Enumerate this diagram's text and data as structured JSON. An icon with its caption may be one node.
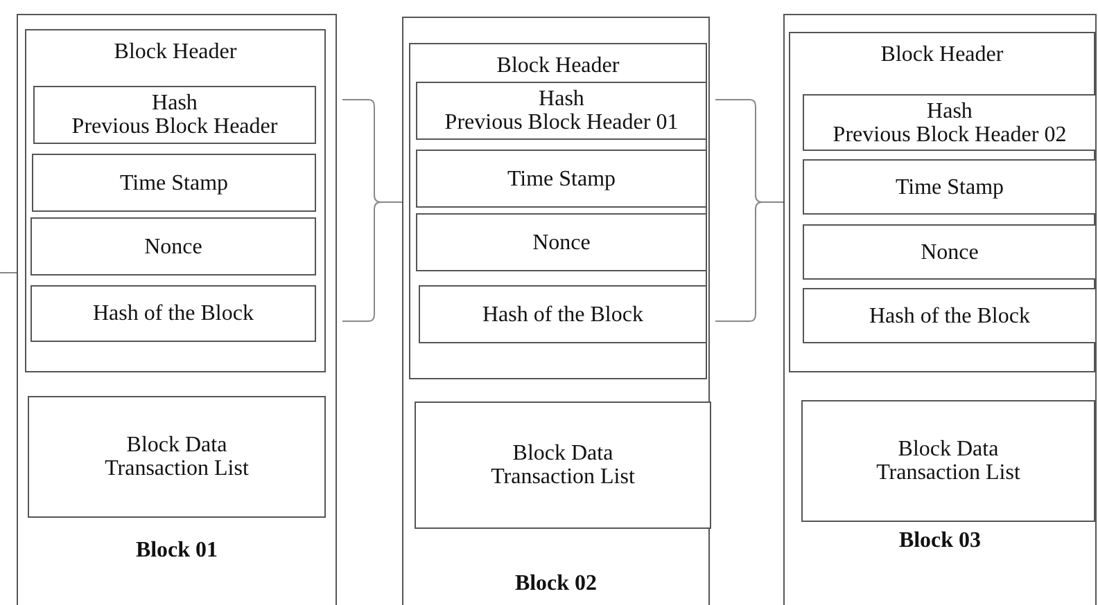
{
  "diagram": {
    "nodes": [
      {
        "text": [
          "Block 01"
        ]
      },
      {
        "text": [
          "Block Header"
        ],
        "in": 0
      },
      {
        "text": [
          "Hash",
          "Previous Block Header"
        ],
        "in": 1
      },
      {
        "text": [
          "Time Stamp"
        ],
        "in": 1
      },
      {
        "text": [
          "Nonce"
        ],
        "in": 1
      },
      {
        "text": [
          "Hash of the Block"
        ],
        "in": 1
      },
      {
        "text": [
          "Block Data",
          "Transaction List"
        ],
        "in": 0
      },
      {
        "text": [
          "Block 02"
        ]
      },
      {
        "text": [
          "Block Header"
        ],
        "in": 7
      },
      {
        "text": [
          "Hash",
          "Previous Block Header 01"
        ],
        "in": 8
      },
      {
        "text": [
          "Time Stamp"
        ],
        "in": 8
      },
      {
        "text": [
          "Nonce"
        ],
        "in": 8
      },
      {
        "text": [
          "Hash of the Block"
        ],
        "in": 8
      },
      {
        "text": [
          "Block Data",
          "Transaction List"
        ],
        "in": 7
      },
      {
        "text": [
          "Block 03"
        ]
      },
      {
        "text": [
          "Block Header"
        ],
        "in": 14
      },
      {
        "text": [
          "Hash",
          "Previous Block Header 02"
        ],
        "in": 15
      },
      {
        "text": [
          "Time Stamp"
        ],
        "in": 15
      },
      {
        "text": [
          "Nonce"
        ],
        "in": 15
      },
      {
        "text": [
          "Hash of the Block"
        ],
        "in": 15
      },
      {
        "text": [
          "Block Data",
          "Transaction List"
        ],
        "in": 14
      }
    ],
    "edges": [
      {
        "from": null,
        "to": 0,
        "arrow": "none"
      },
      {
        "from": 0,
        "to": 7,
        "arrow": "none"
      },
      {
        "from": 7,
        "to": 14,
        "arrow": "none"
      }
    ]
  }
}
